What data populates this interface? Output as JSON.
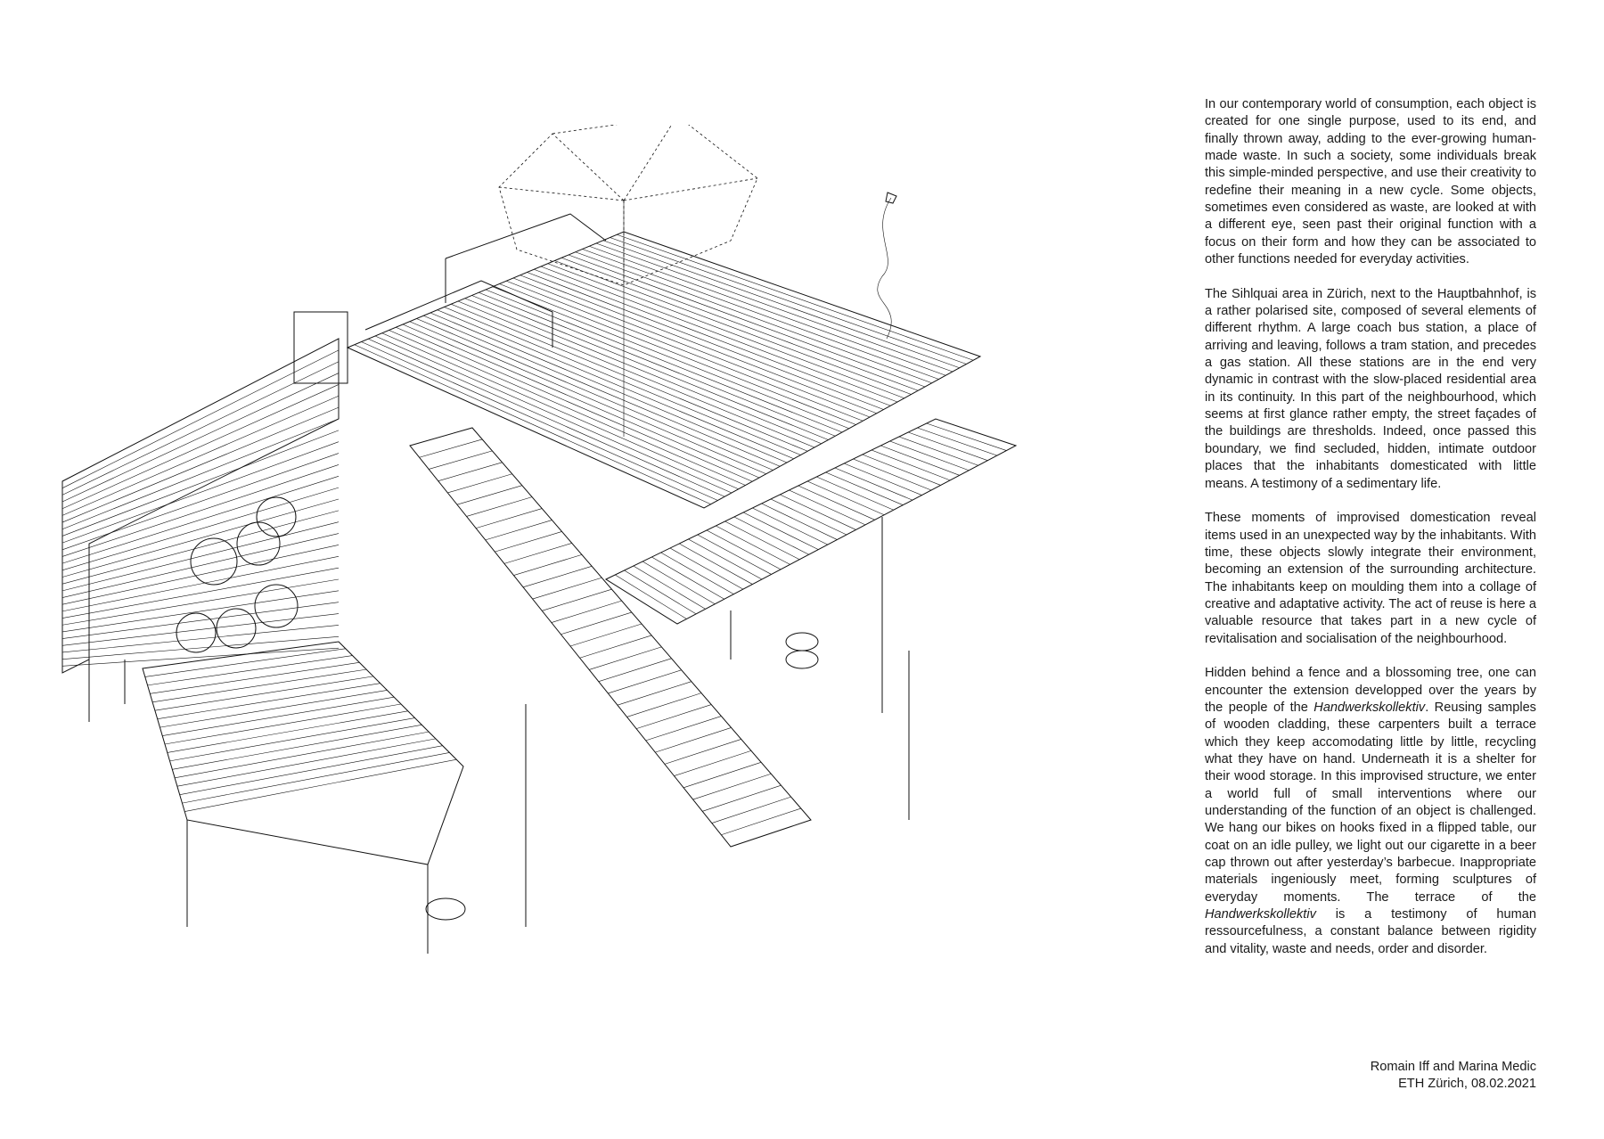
{
  "essay": {
    "paragraphs": [
      [
        "In our contemporary world of consumption, each object is created for one single purpose, used to its end, and finally thrown away, adding to the ever-growing human-made waste. In such a society, some individuals break this simple-minded perspective, and use their creativity to redefine their meaning in a new cycle. Some objects, sometimes even considered as waste, are looked at with a different eye, seen past their original function with a focus on their form and how they can be associated to other functions needed for everyday activities."
      ],
      [
        "The Sihlquai area in Zürich, next to the Hauptbahnhof, is a rather polarised site, composed of several elements of different rhythm. A large coach bus station, a place of arriving and leaving, follows a tram station, and precedes a gas station. All these stations are in the end very dynamic in contrast with the slow-placed residential area in its continuity. In this part of the neighbourhood, which seems at first glance rather empty, the street façades of the buildings are thresholds. Indeed, once passed this boundary, we find secluded, hidden, intimate outdoor places that the inhabitants domesticated with little means. A testimony of a sedimentary life."
      ],
      [
        "These moments of improvised domestication reveal items used in an unexpected way by the inhabitants. With time, these objects slowly integrate their environment, becoming an extension of the surrounding architecture. The inhabitants keep on moulding them into a collage of creative and adaptative activity. The act of reuse is here a valuable resource that takes part in a new cycle of revitalisation and socialisation of the neighbourhood."
      ],
      [
        "Hidden behind a fence and a blossoming tree, one can encounter the extension developped over the years by the people of the ",
        "Handwerkskollektiv",
        ". Reusing samples of wooden cladding, these carpenters built a terrace which they keep accomodating little by little, recycling what they have on hand. Underneath it is a shelter for their wood storage. In this improvised structure, we enter a world full of small interventions where our understanding of the function of an object is challenged.  We hang our bikes on hooks fixed in a flipped table, our coat on an idle pulley, we light out our cigarette in a beer cap thrown out after yesterday’s barbecue. Inappropriate materials ingeniously meet, forming sculptures of everyday moments. The terrace of the ",
        "Handwerkskollektiv",
        " is a testimony of human ressourcefulness, a constant balance between rigidity and vitality, waste and needs, order and disorder."
      ]
    ]
  },
  "signature": {
    "authors": "Romain Iff and Marina Medic",
    "institution_date": "ETH Zürich, 08.02.2021"
  }
}
